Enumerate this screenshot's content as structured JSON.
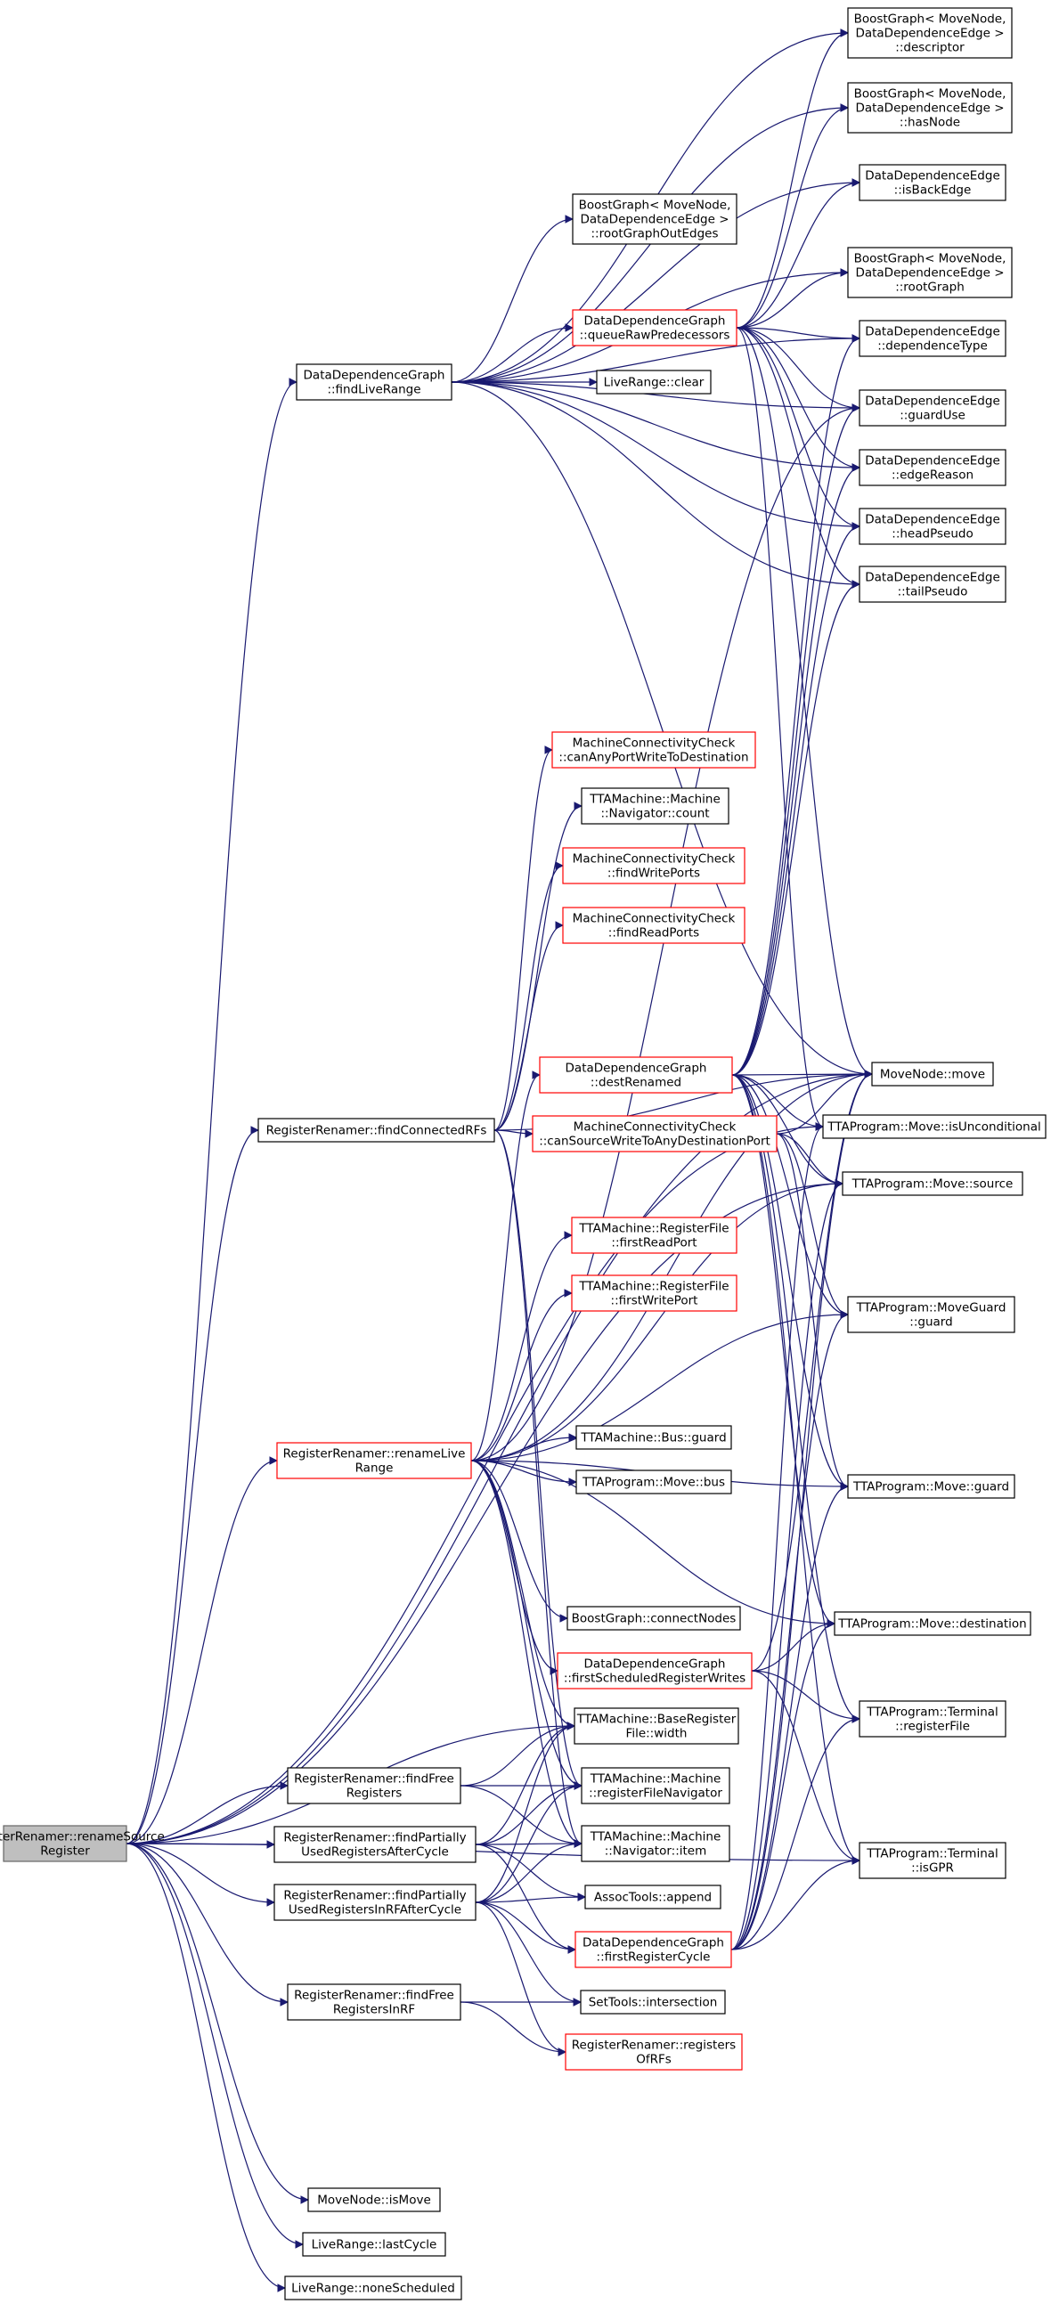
{
  "diagram": {
    "title": "",
    "nodes": [
      {
        "id": "rename_source",
        "lines": [
          "RegisterRenamer::renameSource",
          "Register"
        ],
        "style": "root"
      },
      {
        "id": "find_live_range",
        "lines": [
          "DataDependenceGraph",
          "::findLiveRange"
        ],
        "style": "normal"
      },
      {
        "id": "find_connected_rfs",
        "lines": [
          "RegisterRenamer::findConnectedRFs"
        ],
        "style": "normal"
      },
      {
        "id": "rename_live_range",
        "lines": [
          "RegisterRenamer::renameLive",
          "Range"
        ],
        "style": "red"
      },
      {
        "id": "find_free_registers",
        "lines": [
          "RegisterRenamer::findFree",
          "Registers"
        ],
        "style": "normal"
      },
      {
        "id": "find_partially_after",
        "lines": [
          "RegisterRenamer::findPartially",
          "UsedRegistersAfterCycle"
        ],
        "style": "normal"
      },
      {
        "id": "find_partially_in_rf",
        "lines": [
          "RegisterRenamer::findPartially",
          "UsedRegistersInRFAfterCycle"
        ],
        "style": "normal"
      },
      {
        "id": "find_free_in_rf",
        "lines": [
          "RegisterRenamer::findFree",
          "RegistersInRF"
        ],
        "style": "normal"
      },
      {
        "id": "movenode_ismove",
        "lines": [
          "MoveNode::isMove"
        ],
        "style": "normal"
      },
      {
        "id": "live_range_lastcycle",
        "lines": [
          "LiveRange::lastCycle"
        ],
        "style": "normal"
      },
      {
        "id": "live_range_nonescheduled",
        "lines": [
          "LiveRange::noneScheduled"
        ],
        "style": "normal"
      },
      {
        "id": "bg_root_out_edges",
        "lines": [
          "BoostGraph< MoveNode,",
          "DataDependenceEdge >",
          "::rootGraphOutEdges"
        ],
        "style": "normal"
      },
      {
        "id": "ddg_queue_raw",
        "lines": [
          "DataDependenceGraph",
          "::queueRawPredecessors"
        ],
        "style": "red"
      },
      {
        "id": "live_range_clear",
        "lines": [
          "LiveRange::clear"
        ],
        "style": "normal"
      },
      {
        "id": "bg_descriptor",
        "lines": [
          "BoostGraph< MoveNode,",
          "DataDependenceEdge >",
          "::descriptor"
        ],
        "style": "normal"
      },
      {
        "id": "bg_hasnode",
        "lines": [
          "BoostGraph< MoveNode,",
          "DataDependenceEdge >",
          "::hasNode"
        ],
        "style": "normal"
      },
      {
        "id": "dde_isbackedge",
        "lines": [
          "DataDependenceEdge",
          "::isBackEdge"
        ],
        "style": "normal"
      },
      {
        "id": "bg_rootgraph",
        "lines": [
          "BoostGraph< MoveNode,",
          "DataDependenceEdge >",
          "::rootGraph"
        ],
        "style": "normal"
      },
      {
        "id": "dde_deptype",
        "lines": [
          "DataDependenceEdge",
          "::dependenceType"
        ],
        "style": "normal"
      },
      {
        "id": "dde_guarduse",
        "lines": [
          "DataDependenceEdge",
          "::guardUse"
        ],
        "style": "normal"
      },
      {
        "id": "dde_edgereason",
        "lines": [
          "DataDependenceEdge",
          "::edgeReason"
        ],
        "style": "normal"
      },
      {
        "id": "dde_headpseudo",
        "lines": [
          "DataDependenceEdge",
          "::headPseudo"
        ],
        "style": "normal"
      },
      {
        "id": "dde_tailpseudo",
        "lines": [
          "DataDependenceEdge",
          "::tailPseudo"
        ],
        "style": "normal"
      },
      {
        "id": "mcc_any_port_write",
        "lines": [
          "MachineConnectivityCheck",
          "::canAnyPortWriteToDestination"
        ],
        "style": "red"
      },
      {
        "id": "mach_nav_count",
        "lines": [
          "TTAMachine::Machine",
          "::Navigator::count"
        ],
        "style": "normal"
      },
      {
        "id": "mcc_find_write_ports",
        "lines": [
          "MachineConnectivityCheck",
          "::findWritePorts"
        ],
        "style": "red"
      },
      {
        "id": "mcc_find_read_ports",
        "lines": [
          "MachineConnectivityCheck",
          "::findReadPorts"
        ],
        "style": "red"
      },
      {
        "id": "ddg_dest_renamed",
        "lines": [
          "DataDependenceGraph",
          "::destRenamed"
        ],
        "style": "red"
      },
      {
        "id": "mcc_source_write",
        "lines": [
          "MachineConnectivityCheck",
          "::canSourceWriteToAnyDestinationPort"
        ],
        "style": "red"
      },
      {
        "id": "rf_first_read_port",
        "lines": [
          "TTAMachine::RegisterFile",
          "::firstReadPort"
        ],
        "style": "red"
      },
      {
        "id": "rf_first_write_port",
        "lines": [
          "TTAMachine::RegisterFile",
          "::firstWritePort"
        ],
        "style": "red"
      },
      {
        "id": "bus_guard",
        "lines": [
          "TTAMachine::Bus::guard"
        ],
        "style": "normal"
      },
      {
        "id": "move_bus",
        "lines": [
          "TTAProgram::Move::bus"
        ],
        "style": "normal"
      },
      {
        "id": "bg_connect_nodes",
        "lines": [
          "BoostGraph::connectNodes"
        ],
        "style": "normal"
      },
      {
        "id": "ddg_first_sched_reg_writes",
        "lines": [
          "DataDependenceGraph",
          "::firstScheduledRegisterWrites"
        ],
        "style": "red"
      },
      {
        "id": "base_rf_width",
        "lines": [
          "TTAMachine::BaseRegister",
          "File::width"
        ],
        "style": "normal"
      },
      {
        "id": "mach_rf_navigator",
        "lines": [
          "TTAMachine::Machine",
          "::registerFileNavigator"
        ],
        "style": "normal"
      },
      {
        "id": "mach_nav_item",
        "lines": [
          "TTAMachine::Machine",
          "::Navigator::item"
        ],
        "style": "normal"
      },
      {
        "id": "assoc_append",
        "lines": [
          "AssocTools::append"
        ],
        "style": "normal"
      },
      {
        "id": "ddg_first_reg_cycle",
        "lines": [
          "DataDependenceGraph",
          "::firstRegisterCycle"
        ],
        "style": "red"
      },
      {
        "id": "settools_intersection",
        "lines": [
          "SetTools::intersection"
        ],
        "style": "normal"
      },
      {
        "id": "rr_registers_of_rfs",
        "lines": [
          "RegisterRenamer::registers",
          "OfRFs"
        ],
        "style": "red"
      },
      {
        "id": "movenode_move",
        "lines": [
          "MoveNode::move"
        ],
        "style": "normal"
      },
      {
        "id": "move_isunconditional",
        "lines": [
          "TTAProgram::Move::isUnconditional"
        ],
        "style": "normal"
      },
      {
        "id": "move_source",
        "lines": [
          "TTAProgram::Move::source"
        ],
        "style": "normal"
      },
      {
        "id": "moveguard_guard",
        "lines": [
          "TTAProgram::MoveGuard",
          "::guard"
        ],
        "style": "normal"
      },
      {
        "id": "move_guard",
        "lines": [
          "TTAProgram::Move::guard"
        ],
        "style": "normal"
      },
      {
        "id": "move_destination",
        "lines": [
          "TTAProgram::Move::destination"
        ],
        "style": "normal"
      },
      {
        "id": "terminal_registerfile",
        "lines": [
          "TTAProgram::Terminal",
          "::registerFile"
        ],
        "style": "normal"
      },
      {
        "id": "terminal_isgpr",
        "lines": [
          "TTAProgram::Terminal",
          "::isGPR"
        ],
        "style": "normal"
      }
    ],
    "edges": [
      [
        "rename_source",
        "find_live_range"
      ],
      [
        "rename_source",
        "find_connected_rfs"
      ],
      [
        "rename_source",
        "rename_live_range"
      ],
      [
        "rename_source",
        "find_free_registers"
      ],
      [
        "rename_source",
        "find_partially_after"
      ],
      [
        "rename_source",
        "find_partially_in_rf"
      ],
      [
        "rename_source",
        "find_free_in_rf"
      ],
      [
        "rename_source",
        "movenode_ismove"
      ],
      [
        "rename_source",
        "live_range_lastcycle"
      ],
      [
        "rename_source",
        "live_range_nonescheduled"
      ],
      [
        "rename_source",
        "movenode_move"
      ],
      [
        "rename_source",
        "move_source"
      ],
      [
        "rename_source",
        "base_rf_width"
      ],
      [
        "rename_source",
        "terminal_isgpr"
      ],
      [
        "rename_source",
        "move_isunconditional"
      ],
      [
        "find_live_range",
        "bg_root_out_edges"
      ],
      [
        "find_live_range",
        "ddg_queue_raw"
      ],
      [
        "find_live_range",
        "live_range_clear"
      ],
      [
        "find_live_range",
        "bg_descriptor"
      ],
      [
        "find_live_range",
        "bg_hasnode"
      ],
      [
        "find_live_range",
        "dde_isbackedge"
      ],
      [
        "find_live_range",
        "bg_rootgraph"
      ],
      [
        "find_live_range",
        "dde_deptype"
      ],
      [
        "find_live_range",
        "dde_guarduse"
      ],
      [
        "find_live_range",
        "dde_edgereason"
      ],
      [
        "find_live_range",
        "dde_headpseudo"
      ],
      [
        "find_live_range",
        "dde_tailpseudo"
      ],
      [
        "find_live_range",
        "movenode_move"
      ],
      [
        "ddg_queue_raw",
        "bg_descriptor"
      ],
      [
        "ddg_queue_raw",
        "bg_hasnode"
      ],
      [
        "ddg_queue_raw",
        "dde_isbackedge"
      ],
      [
        "ddg_queue_raw",
        "bg_rootgraph"
      ],
      [
        "ddg_queue_raw",
        "dde_deptype"
      ],
      [
        "ddg_queue_raw",
        "dde_guarduse"
      ],
      [
        "ddg_queue_raw",
        "dde_edgereason"
      ],
      [
        "ddg_queue_raw",
        "dde_headpseudo"
      ],
      [
        "ddg_queue_raw",
        "dde_tailpseudo"
      ],
      [
        "ddg_queue_raw",
        "movenode_move"
      ],
      [
        "ddg_queue_raw",
        "move_isunconditional"
      ],
      [
        "find_connected_rfs",
        "mcc_any_port_write"
      ],
      [
        "find_connected_rfs",
        "mach_nav_count"
      ],
      [
        "find_connected_rfs",
        "mcc_find_write_ports"
      ],
      [
        "find_connected_rfs",
        "mcc_find_read_ports"
      ],
      [
        "find_connected_rfs",
        "mcc_source_write"
      ],
      [
        "find_connected_rfs",
        "mach_rf_navigator"
      ],
      [
        "find_connected_rfs",
        "mach_nav_item"
      ],
      [
        "find_connected_rfs",
        "movenode_move"
      ],
      [
        "rename_live_range",
        "ddg_dest_renamed"
      ],
      [
        "rename_live_range",
        "rf_first_read_port"
      ],
      [
        "rename_live_range",
        "rf_first_write_port"
      ],
      [
        "rename_live_range",
        "bus_guard"
      ],
      [
        "rename_live_range",
        "move_bus"
      ],
      [
        "rename_live_range",
        "bg_connect_nodes"
      ],
      [
        "rename_live_range",
        "ddg_first_sched_reg_writes"
      ],
      [
        "rename_live_range",
        "base_rf_width"
      ],
      [
        "rename_live_range",
        "mach_rf_navigator"
      ],
      [
        "rename_live_range",
        "mach_nav_item"
      ],
      [
        "rename_live_range",
        "move_source"
      ],
      [
        "rename_live_range",
        "moveguard_guard"
      ],
      [
        "rename_live_range",
        "move_guard"
      ],
      [
        "rename_live_range",
        "move_destination"
      ],
      [
        "rename_live_range",
        "dde_guarduse"
      ],
      [
        "rename_live_range",
        "movenode_move"
      ],
      [
        "ddg_dest_renamed",
        "movenode_move"
      ],
      [
        "ddg_dest_renamed",
        "move_isunconditional"
      ],
      [
        "ddg_dest_renamed",
        "move_source"
      ],
      [
        "ddg_dest_renamed",
        "moveguard_guard"
      ],
      [
        "ddg_dest_renamed",
        "move_guard"
      ],
      [
        "ddg_dest_renamed",
        "move_destination"
      ],
      [
        "ddg_dest_renamed",
        "terminal_registerfile"
      ],
      [
        "ddg_dest_renamed",
        "terminal_isgpr"
      ],
      [
        "ddg_dest_renamed",
        "dde_edgereason"
      ],
      [
        "ddg_dest_renamed",
        "dde_headpseudo"
      ],
      [
        "ddg_dest_renamed",
        "dde_tailpseudo"
      ],
      [
        "ddg_dest_renamed",
        "dde_guarduse"
      ],
      [
        "ddg_dest_renamed",
        "dde_deptype"
      ],
      [
        "mcc_source_write",
        "movenode_move"
      ],
      [
        "mcc_source_write",
        "move_source"
      ],
      [
        "mcc_source_write",
        "moveguard_guard"
      ],
      [
        "mcc_source_write",
        "move_guard"
      ],
      [
        "ddg_first_sched_reg_writes",
        "move_destination"
      ],
      [
        "ddg_first_sched_reg_writes",
        "terminal_registerfile"
      ],
      [
        "ddg_first_sched_reg_writes",
        "terminal_isgpr"
      ],
      [
        "ddg_first_sched_reg_writes",
        "movenode_move"
      ],
      [
        "find_free_registers",
        "base_rf_width"
      ],
      [
        "find_free_registers",
        "mach_rf_navigator"
      ],
      [
        "find_free_registers",
        "mach_nav_item"
      ],
      [
        "find_partially_after",
        "base_rf_width"
      ],
      [
        "find_partially_after",
        "mach_rf_navigator"
      ],
      [
        "find_partially_after",
        "mach_nav_item"
      ],
      [
        "find_partially_after",
        "assoc_append"
      ],
      [
        "find_partially_after",
        "ddg_first_reg_cycle"
      ],
      [
        "find_partially_in_rf",
        "base_rf_width"
      ],
      [
        "find_partially_in_rf",
        "mach_rf_navigator"
      ],
      [
        "find_partially_in_rf",
        "mach_nav_item"
      ],
      [
        "find_partially_in_rf",
        "assoc_append"
      ],
      [
        "find_partially_in_rf",
        "ddg_first_reg_cycle"
      ],
      [
        "find_partially_in_rf",
        "settools_intersection"
      ],
      [
        "find_partially_in_rf",
        "rr_registers_of_rfs"
      ],
      [
        "find_free_in_rf",
        "settools_intersection"
      ],
      [
        "find_free_in_rf",
        "rr_registers_of_rfs"
      ],
      [
        "ddg_first_reg_cycle",
        "move_destination"
      ],
      [
        "ddg_first_reg_cycle",
        "terminal_registerfile"
      ],
      [
        "ddg_first_reg_cycle",
        "terminal_isgpr"
      ],
      [
        "ddg_first_reg_cycle",
        "movenode_move"
      ],
      [
        "ddg_first_reg_cycle",
        "move_source"
      ],
      [
        "ddg_first_reg_cycle",
        "moveguard_guard"
      ],
      [
        "ddg_first_reg_cycle",
        "move_guard"
      ],
      [
        "ddg_first_reg_cycle",
        "move_isunconditional"
      ]
    ]
  }
}
